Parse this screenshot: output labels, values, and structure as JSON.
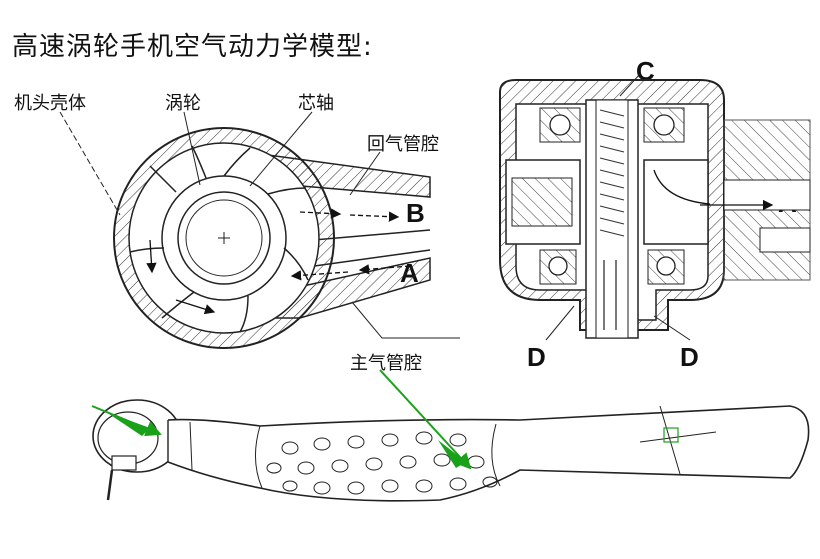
{
  "title": "高速涡轮手机空气动力学模型:",
  "labels": {
    "head_shell": "机头壳体",
    "turbine": "涡轮",
    "core_shaft": "芯轴",
    "return_air_cavity": "回气管腔",
    "main_air_cavity": "主气管腔"
  },
  "markers": {
    "A": "A",
    "B": "B",
    "C": "C",
    "D": "D"
  }
}
